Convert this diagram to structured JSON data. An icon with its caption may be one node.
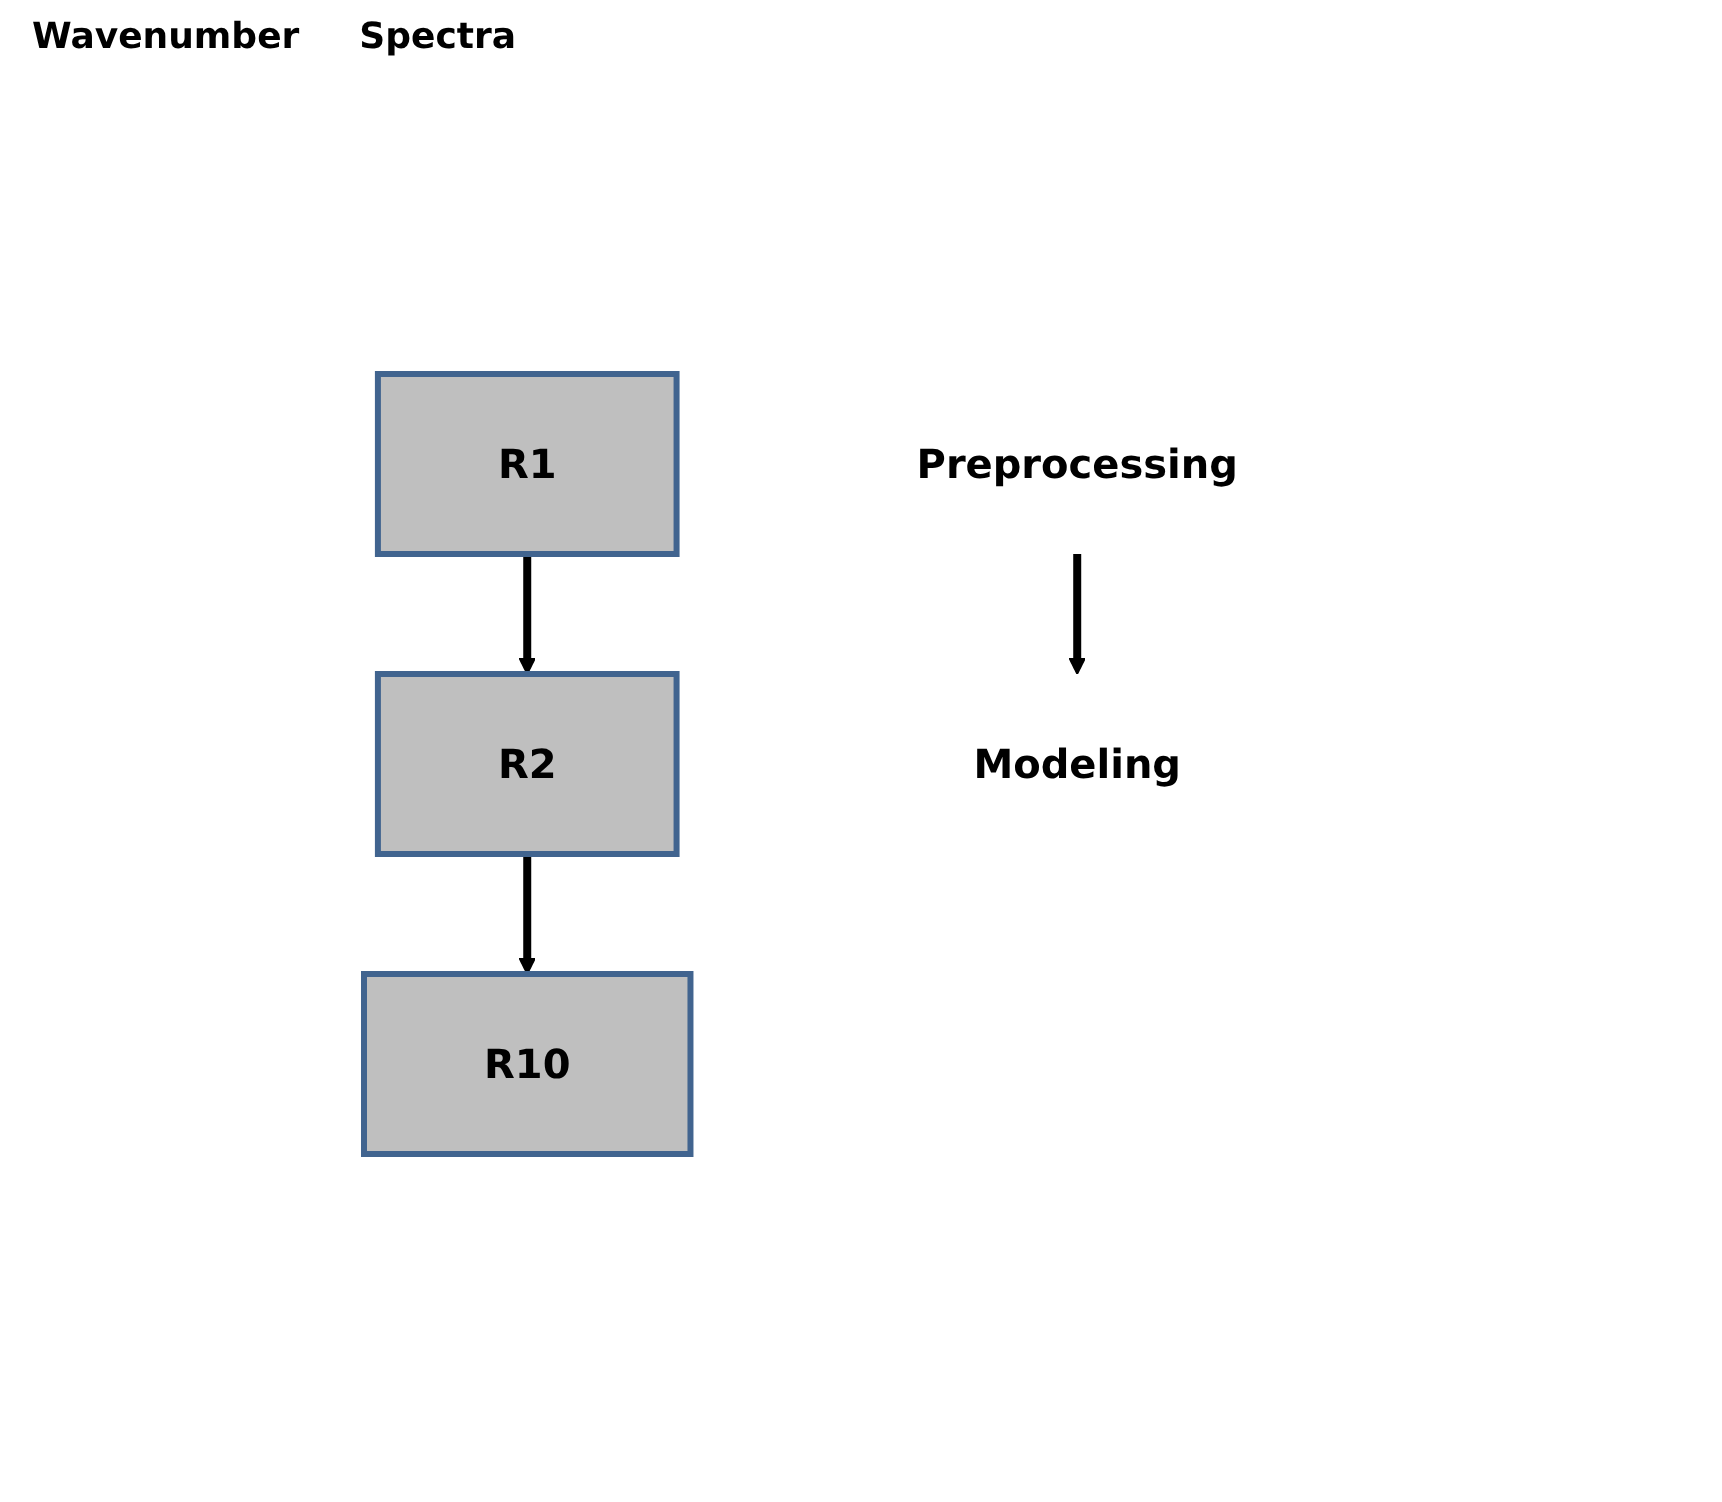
{
  "diagram": {
    "nodes": [
      {
        "text": [
          "R1"
        ]
      },
      {
        "text": [
          "R2"
        ]
      },
      {
        "text": [
          "R10"
        ]
      },
      {
        "text": [
          "Preprocessing"
        ]
      },
      {
        "text": [
          "Modeling"
        ]
      }
    ],
    "edges": [
      {
        "from": 0,
        "to": 1,
        "arrow": "to"
      },
      {
        "from": 1,
        "to": 2,
        "arrow": "to"
      },
      {
        "from": 3,
        "to": 4,
        "arrow": "to"
      }
    ],
    "labels": [
      "Wavenumber",
      "Spectra"
    ]
  }
}
